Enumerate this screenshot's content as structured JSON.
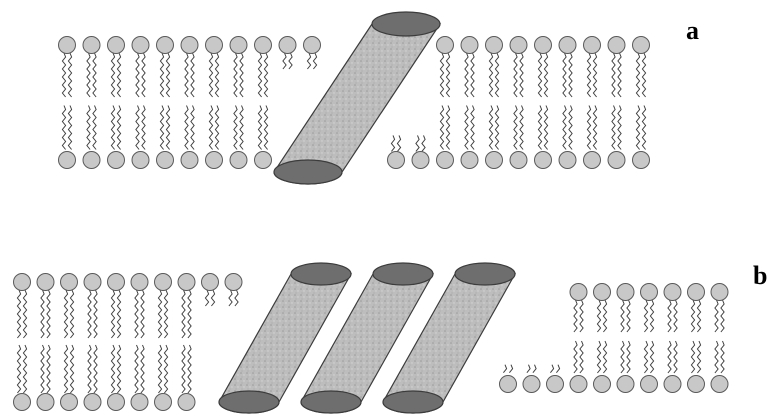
{
  "labels": {
    "a": "a",
    "b": "b"
  },
  "colors": {
    "head_fill": "#c8c8c8",
    "head_stroke": "#5a5a5a",
    "tail_stroke": "#404040",
    "cylinder_body": "#b9b9b9",
    "cylinder_end": "#6e6e6e",
    "cylinder_stroke": "#3c3c3c"
  },
  "panels": [
    {
      "name": "panel-a",
      "label_key": "a",
      "protein_count": 1,
      "bilayer_segments": [
        {
          "side": "left",
          "lipid_count": 11,
          "short_tail_lipids": 2
        },
        {
          "side": "right",
          "lipid_count": 11,
          "short_tail_lipids": 2
        }
      ]
    },
    {
      "name": "panel-b",
      "label_key": "b",
      "protein_count": 3,
      "bilayer_segments": [
        {
          "side": "left",
          "lipid_count": 10,
          "short_tail_lipids": 2
        },
        {
          "side": "right",
          "lipid_count": 10,
          "short_tail_lipids": 3
        }
      ]
    }
  ]
}
